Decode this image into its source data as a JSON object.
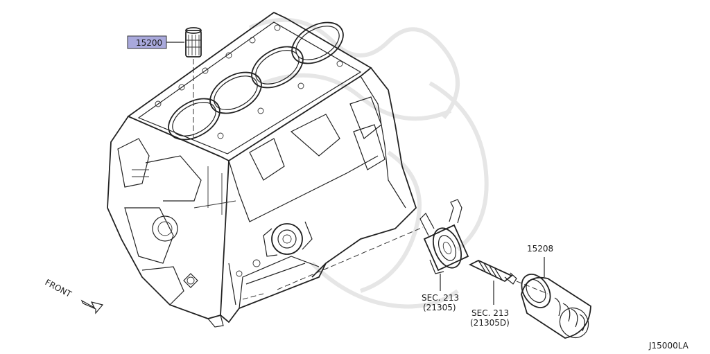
{
  "diagram": {
    "code": "J15000LA",
    "direction_label": "FRONT",
    "colors": {
      "line": "#222222",
      "highlight_box": "#a9a9dc",
      "watermark": "#e6e6e6"
    },
    "callouts": [
      {
        "id": "oil-strainer",
        "text": "15200",
        "highlighted": true
      },
      {
        "id": "oil-filter",
        "text": "15208",
        "highlighted": false
      },
      {
        "id": "oil-cooler-sec",
        "text": "SEC. 213",
        "subtext": "(21305)"
      },
      {
        "id": "connector-bolt-sec",
        "text": "SEC. 213",
        "subtext": "(21305D)"
      }
    ]
  }
}
